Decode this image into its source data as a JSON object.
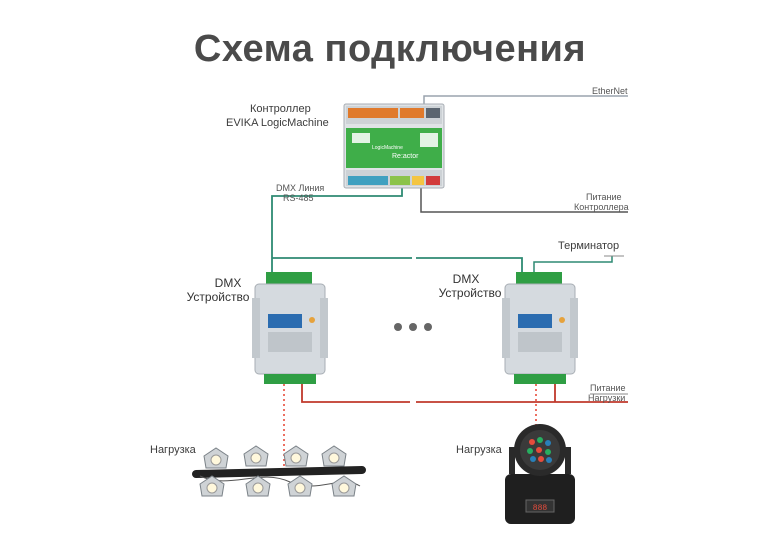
{
  "title": "Схема подключения",
  "labels": {
    "controller_line1": "Контроллер",
    "controller_line2": "EVIKA LogicMachine",
    "ethernet": "EtherNet",
    "dmx_line_1": "DMX Линия",
    "dmx_line_2": "RS-485",
    "ctrl_power_1": "Питание",
    "ctrl_power_2": "Контроллера",
    "terminator": "Терминатор",
    "dmx_dev_left_1": "DMX",
    "dmx_dev_left_2": "Устройство",
    "dmx_dev_right_1": "DMX",
    "dmx_dev_right_2": "Устройство",
    "load_power_1": "Питание",
    "load_power_2": "Нагрузки",
    "load_left": "Нагрузка",
    "load_right": "Нагрузка",
    "ellipsis": "•••",
    "controller_screen_1": "LogicMachine",
    "controller_screen_2": "Re:actor"
  },
  "colors": {
    "title": "#4a4a4a",
    "dmx_wire": "#2e8a73",
    "power_wire": "#c0392b",
    "load_wire": "#e74c3c",
    "device_body": "#d5dadf",
    "terminal_green": "#2f9e44",
    "controller_green": "#3fae49"
  }
}
